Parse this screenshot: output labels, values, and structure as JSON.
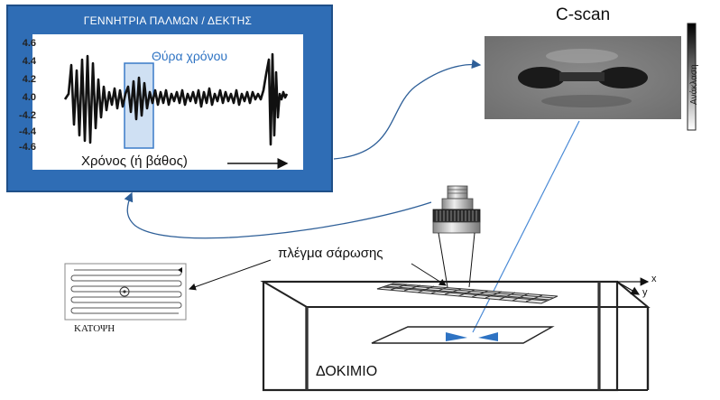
{
  "scope": {
    "title": "ΓΕΝΝΗΤΡΙΑ ΠΑΛΜΩΝ / ΔΕΚΤΗΣ",
    "y_ticks": [
      "4.6",
      "4.4",
      "4.2",
      "4.0",
      "-4.2",
      "-4.4",
      "-4.6"
    ],
    "gate_label": "Θύρα χρόνου",
    "x_axis_label": "Χρόνος (ή βάθος)",
    "frame_color": "#2f6db5",
    "gate_color": "#cfe0f3"
  },
  "cscan": {
    "title": "C-scan",
    "colorbar_label": "Ανάκλαση"
  },
  "specimen": {
    "scan_grid_label": "πλέγμα σάρωσης",
    "label": "ΔΟΚΙΜΙΟ",
    "axis_x": "x",
    "axis_y": "y",
    "defect_color": "#2e73c3"
  },
  "plan_view": {
    "label": "ΚΑΤΟΨΗ"
  },
  "transducer": {
    "icon": "ultrasonic-probe-icon"
  }
}
